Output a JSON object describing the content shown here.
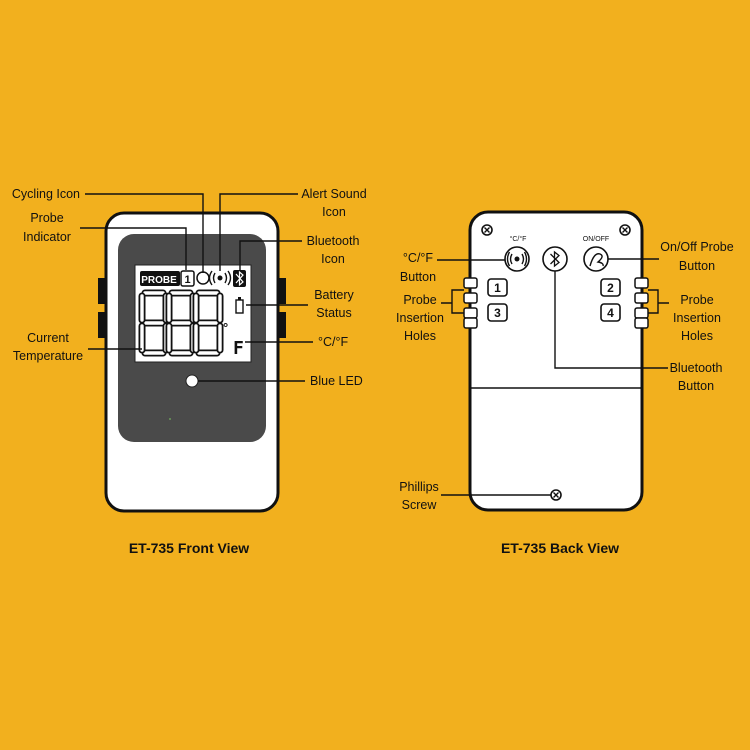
{
  "front": {
    "caption": "ET-735 Front View",
    "lcd": {
      "probe_label": "PROBE",
      "probe_number": "1",
      "digits": "888",
      "unit_top": "°",
      "unit_bottom": "F"
    },
    "labels": {
      "cycling_icon": "Cycling Icon",
      "probe_indicator_1": "Probe",
      "probe_indicator_2": "Indicator",
      "current_temp_1": "Current",
      "current_temp_2": "Temperature",
      "alert_sound_1": "Alert Sound",
      "alert_sound_2": "Icon",
      "bluetooth_icon_1": "Bluetooth",
      "bluetooth_icon_2": "Icon",
      "battery_1": "Battery",
      "battery_2": "Status",
      "unit": "°C/°F",
      "blue_led": "Blue LED"
    }
  },
  "back": {
    "caption": "ET-735 Back View",
    "button_labels": {
      "cf": "°C/°F",
      "onoff": "ON/OFF"
    },
    "holes": [
      "1",
      "3",
      "2",
      "4"
    ],
    "labels": {
      "cf_button_1": "°C/°F",
      "cf_button_2": "Button",
      "holes_left_1": "Probe",
      "holes_left_2": "Insertion",
      "holes_left_3": "Holes",
      "onoff_1": "On/Off Probe",
      "onoff_2": "Button",
      "holes_right_1": "Probe",
      "holes_right_2": "Insertion",
      "holes_right_3": "Holes",
      "bluetooth_1": "Bluetooth",
      "bluetooth_2": "Button",
      "phillips_1": "Phillips",
      "phillips_2": "Screw"
    }
  }
}
